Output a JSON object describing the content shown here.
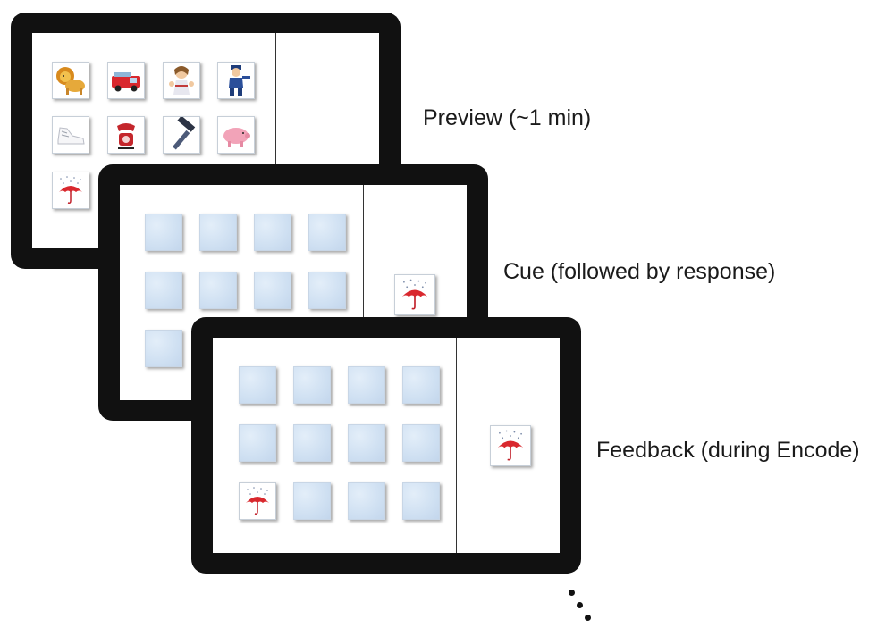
{
  "captions": {
    "preview": "Preview (~1 min)",
    "cue": "Cue (followed by response)",
    "feedback": "Feedback (during Encode)"
  },
  "preview_grid": [
    "lion",
    "fire-truck",
    "doll",
    "police-officer",
    "shoe",
    "telephone",
    "hammer",
    "pig",
    "umbrella"
  ],
  "cue_grid": [
    "blank",
    "blank",
    "blank",
    "blank",
    "blank",
    "blank",
    "blank",
    "blank",
    "blank"
  ],
  "cue_target": "umbrella",
  "feedback_grid": [
    "blank",
    "blank",
    "blank",
    "blank",
    "blank",
    "blank",
    "blank",
    "blank",
    "umbrella",
    "blank",
    "blank",
    "blank"
  ],
  "feedback_target": "umbrella",
  "colors": {
    "frame": "#111111",
    "card_blank": "#cfe0f2",
    "umbrella": "#d9282e"
  }
}
